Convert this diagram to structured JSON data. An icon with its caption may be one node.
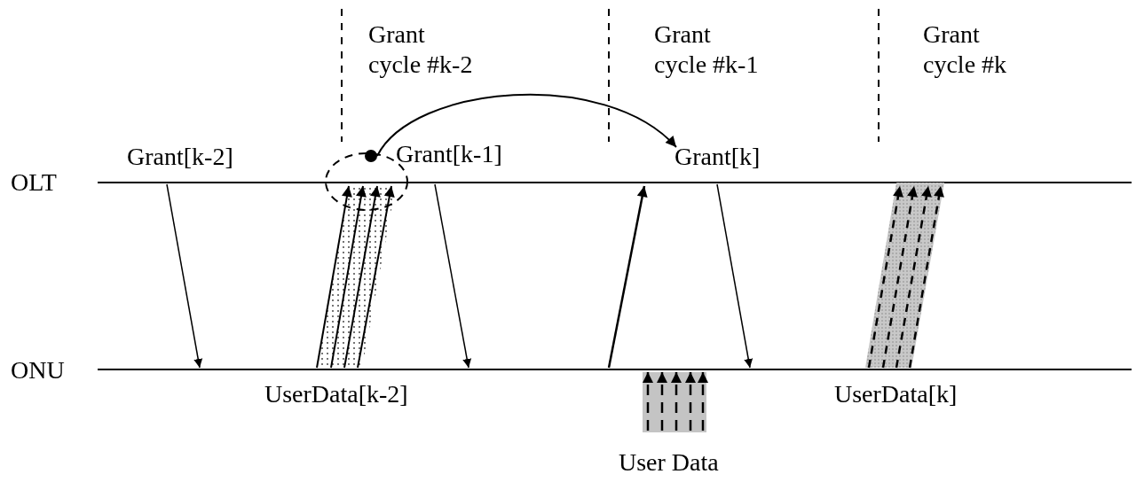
{
  "diagram": {
    "nodes": [
      {
        "text": [],
        "shape": "circle"
      },
      {
        "text": [
          "Grant[k]"
        ]
      }
    ],
    "edges": [
      {
        "from": 0,
        "to": 1,
        "arrow": "to"
      }
    ],
    "labels": [
      "Grant cycle #k-2",
      "Grant cycle #k-1",
      "Grant cycle #k",
      "Grant[k-2]",
      "Grant[k-1]",
      "OLT",
      "ONU",
      "UserData[k-2]",
      "UserData[k]",
      "User Data"
    ]
  }
}
